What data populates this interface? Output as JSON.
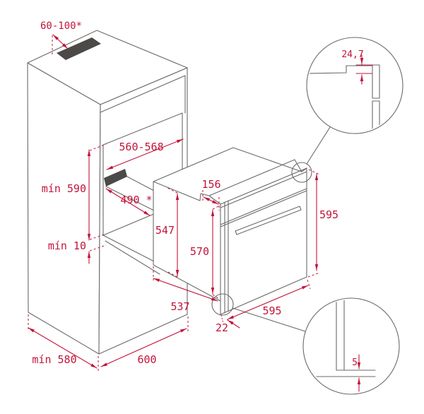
{
  "colors": {
    "dimension": "#c2143a",
    "drawing_line": "#6a6a6a",
    "vent_fill": "#4b4a48",
    "background": "#ffffff"
  },
  "dims": {
    "top_vent": "60-100*",
    "niche_width": "560-568",
    "niche_height": "mín 590",
    "shelf_depth": "490 *",
    "bottom_clearance": "mín 10",
    "cabinet_depth": "mín 580",
    "cabinet_width": "600",
    "top_recess": "156",
    "body_height": "547",
    "front_opening_height": "570",
    "body_depth": "537",
    "front_width": "595",
    "front_height": "595",
    "door_bottom_offset": "22",
    "frame_step": "24,7",
    "bottom_gap": "5"
  }
}
